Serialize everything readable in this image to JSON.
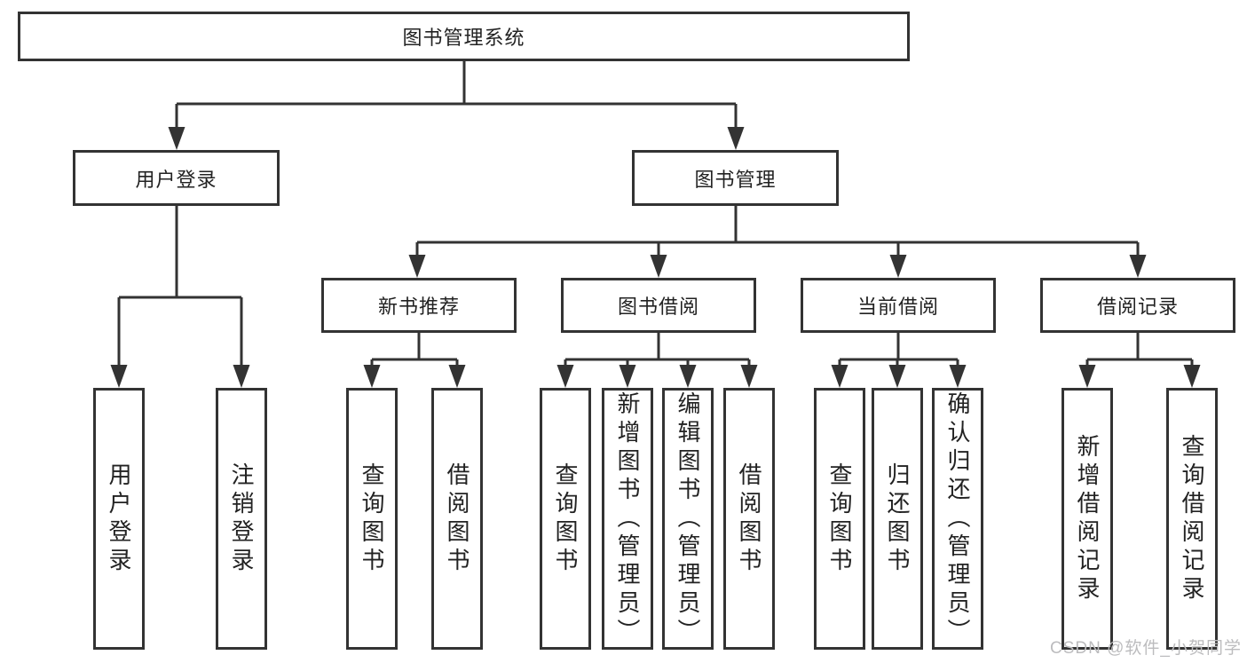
{
  "diagram": {
    "title": "图书管理系统",
    "line_color": "#333333",
    "text_color": "#222222",
    "root": {
      "label": "图书管理系统"
    },
    "level2": [
      {
        "label": "用户登录"
      },
      {
        "label": "图书管理"
      }
    ],
    "level3": [
      {
        "label": "新书推荐",
        "parent": "图书管理"
      },
      {
        "label": "图书借阅",
        "parent": "图书管理"
      },
      {
        "label": "当前借阅",
        "parent": "图书管理"
      },
      {
        "label": "借阅记录",
        "parent": "图书管理"
      }
    ],
    "leaves": [
      {
        "label": "用户登录",
        "parent": "用户登录"
      },
      {
        "label": "注销登录",
        "parent": "用户登录"
      },
      {
        "label": "查询图书",
        "parent": "新书推荐"
      },
      {
        "label": "借阅图书",
        "parent": "新书推荐"
      },
      {
        "label": "查询图书",
        "parent": "图书借阅"
      },
      {
        "label": "新增图书（管理员）",
        "parent": "图书借阅"
      },
      {
        "label": "编辑图书（管理员）",
        "parent": "图书借阅"
      },
      {
        "label": "借阅图书",
        "parent": "图书借阅"
      },
      {
        "label": "查询图书",
        "parent": "当前借阅"
      },
      {
        "label": "归还图书",
        "parent": "当前借阅"
      },
      {
        "label": "确认归还（管理员）",
        "parent": "当前借阅"
      },
      {
        "label": "新增借阅记录",
        "parent": "借阅记录"
      },
      {
        "label": "查询借阅记录",
        "parent": "借阅记录"
      }
    ]
  },
  "watermark": {
    "text": "CSDN @软件_小贺同学",
    "color": "#bcbcbe"
  }
}
